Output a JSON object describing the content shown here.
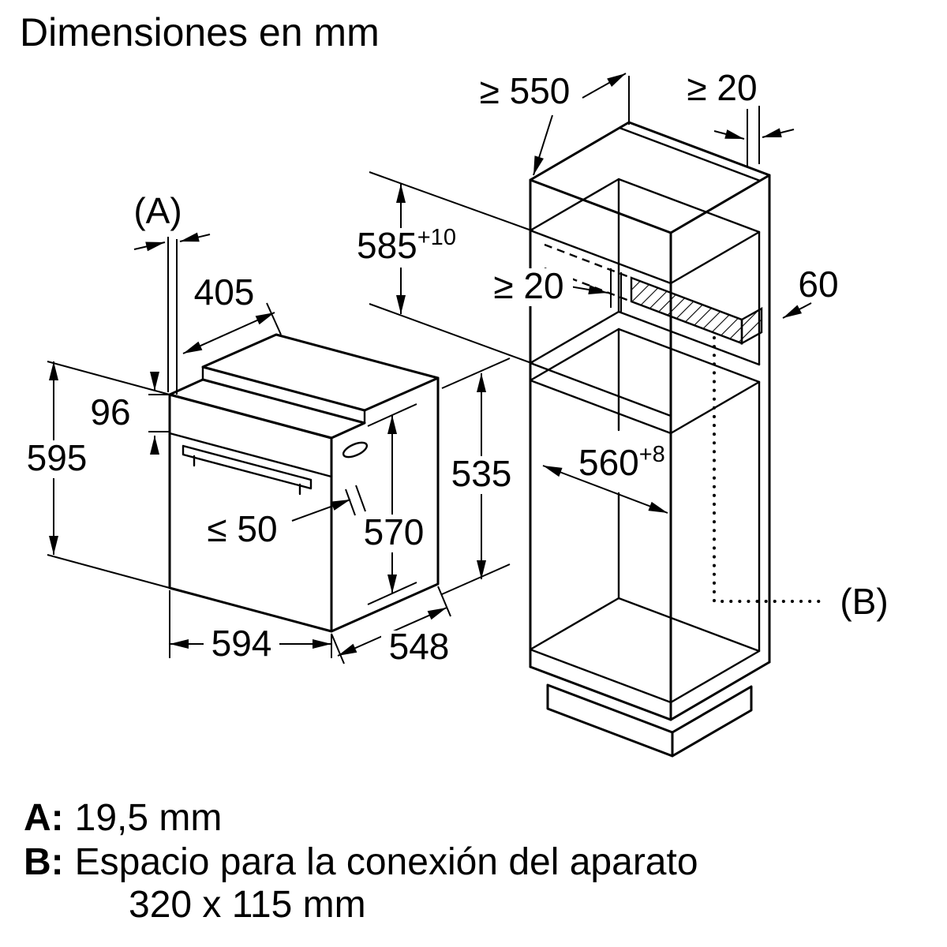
{
  "title": "Dimensiones en mm",
  "dims": {
    "d550": "≥ 550",
    "d20top": "≥ 20",
    "d585": "585",
    "d585tol": "+10",
    "d20mid": "≥ 20",
    "d60": "60",
    "refA": "(A)",
    "d405": "405",
    "d96": "96",
    "d595": "595",
    "d50": "≤ 50",
    "d570": "570",
    "d535": "535",
    "d560": "560",
    "d560tol": "+8",
    "d594": "594",
    "d548": "548",
    "refB": "(B)"
  },
  "legend": {
    "a_key": "A:",
    "a_value": "19,5 mm",
    "b_key": "B:",
    "b_value": "Espacio para la conexión del aparato",
    "b_size": "320 x 115 mm"
  },
  "colors": {
    "line": "#000000",
    "background": "#ffffff"
  }
}
